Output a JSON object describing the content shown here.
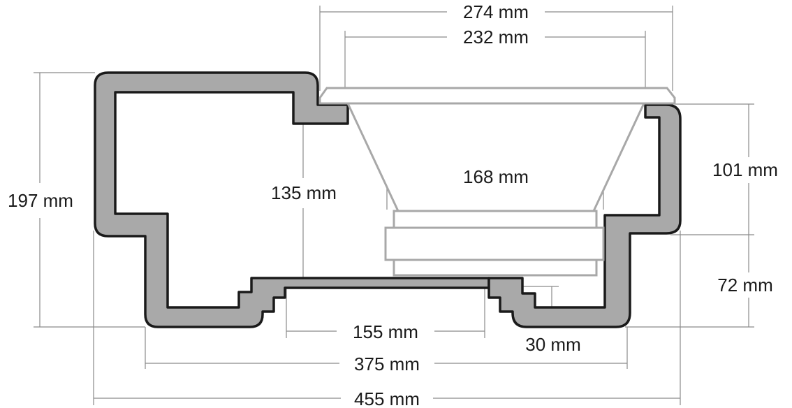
{
  "dimensions": {
    "speaker_outer_width": "274 mm",
    "speaker_cutout_width": "232 mm",
    "magnet_width": "168 mm",
    "box_total_height": "197 mm",
    "inner_chamber_height": "135 mm",
    "right_upper_height": "101 mm",
    "right_lower_height": "72 mm",
    "port_opening_width": "155 mm",
    "step_offset": "30 mm",
    "base_width": "375 mm",
    "total_width": "455 mm"
  },
  "colors": {
    "wall_fill": "#a9a9a9",
    "wall_outline": "#1a1a1a",
    "speaker_outline": "#a8a8a8",
    "dimension_line": "#8a8a8a"
  }
}
